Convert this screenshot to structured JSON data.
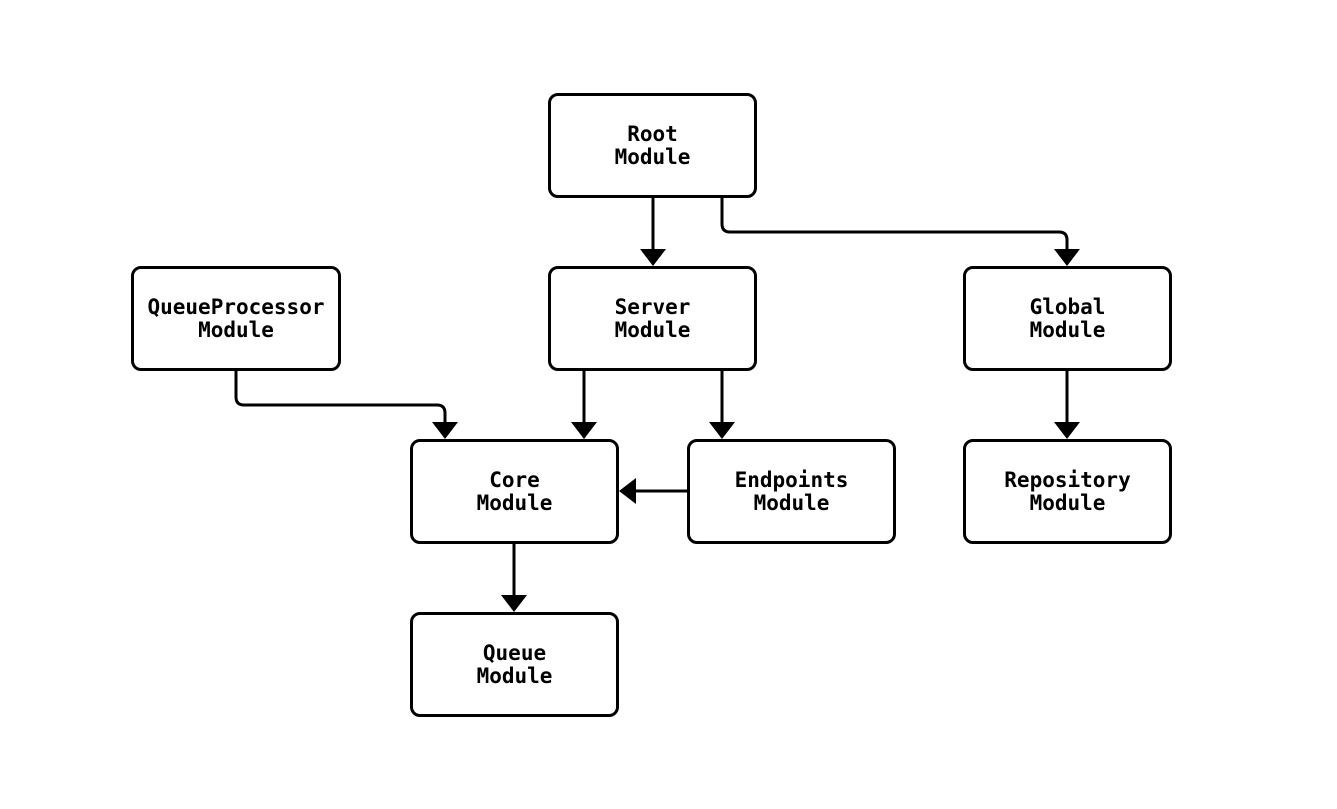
{
  "diagram": {
    "type": "flowchart",
    "direction": "top-down",
    "colors": {
      "background": "#ffffff",
      "line": "#000000",
      "node_fill": "#ffffff",
      "text": "#000000"
    },
    "nodes": [
      {
        "id": "root",
        "line1": "Root",
        "line2": "Module"
      },
      {
        "id": "queueprocessor",
        "line1": "QueueProcessor",
        "line2": "Module"
      },
      {
        "id": "server",
        "line1": "Server",
        "line2": "Module"
      },
      {
        "id": "global",
        "line1": "Global",
        "line2": "Module"
      },
      {
        "id": "core",
        "line1": "Core",
        "line2": "Module"
      },
      {
        "id": "endpoints",
        "line1": "Endpoints",
        "line2": "Module"
      },
      {
        "id": "repository",
        "line1": "Repository",
        "line2": "Module"
      },
      {
        "id": "queue",
        "line1": "Queue",
        "line2": "Module"
      }
    ],
    "edges": [
      {
        "from": "root",
        "to": "server"
      },
      {
        "from": "root",
        "to": "global"
      },
      {
        "from": "queueprocessor",
        "to": "core"
      },
      {
        "from": "server",
        "to": "core"
      },
      {
        "from": "server",
        "to": "endpoints"
      },
      {
        "from": "endpoints",
        "to": "core"
      },
      {
        "from": "global",
        "to": "repository"
      },
      {
        "from": "core",
        "to": "queue"
      }
    ]
  }
}
